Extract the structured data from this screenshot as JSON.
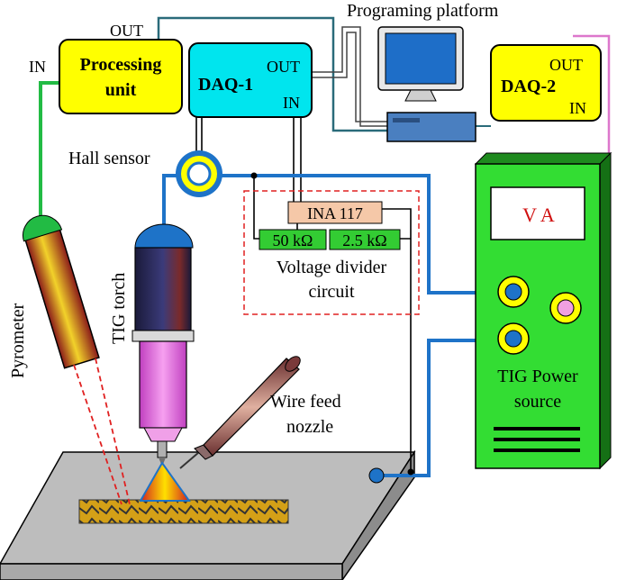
{
  "labels": {
    "programming_platform": "Programing platform",
    "processing_unit_line1": "Processing",
    "processing_unit_line2": "unit",
    "processing_in": "IN",
    "processing_out": "OUT",
    "daq1": "DAQ-1",
    "daq1_out": "OUT",
    "daq1_in": "IN",
    "daq2": "DAQ-2",
    "daq2_out": "OUT",
    "daq2_in": "IN",
    "hall_sensor": "Hall sensor",
    "ina": "INA 117",
    "r1": "50 kΩ",
    "r2": "2.5 kΩ",
    "divider_line1": "Voltage divider",
    "divider_line2": "circuit",
    "tig_torch": "TIG torch",
    "pyrometer": "Pyrometer",
    "wire_feed_line1": "Wire feed",
    "wire_feed_line2": "nozzle",
    "power_display": "V  A",
    "power_line1": "TIG Power",
    "power_line2": "source"
  },
  "colors": {
    "yellow_box": "#ffff00",
    "cyan_box": "#00e5ee",
    "green_source": "#33dd33",
    "blue_wire": "#1e73c8",
    "green_wire": "#22bb44",
    "pink_wire": "#dd77cc",
    "red_dashed": "#e02020"
  }
}
